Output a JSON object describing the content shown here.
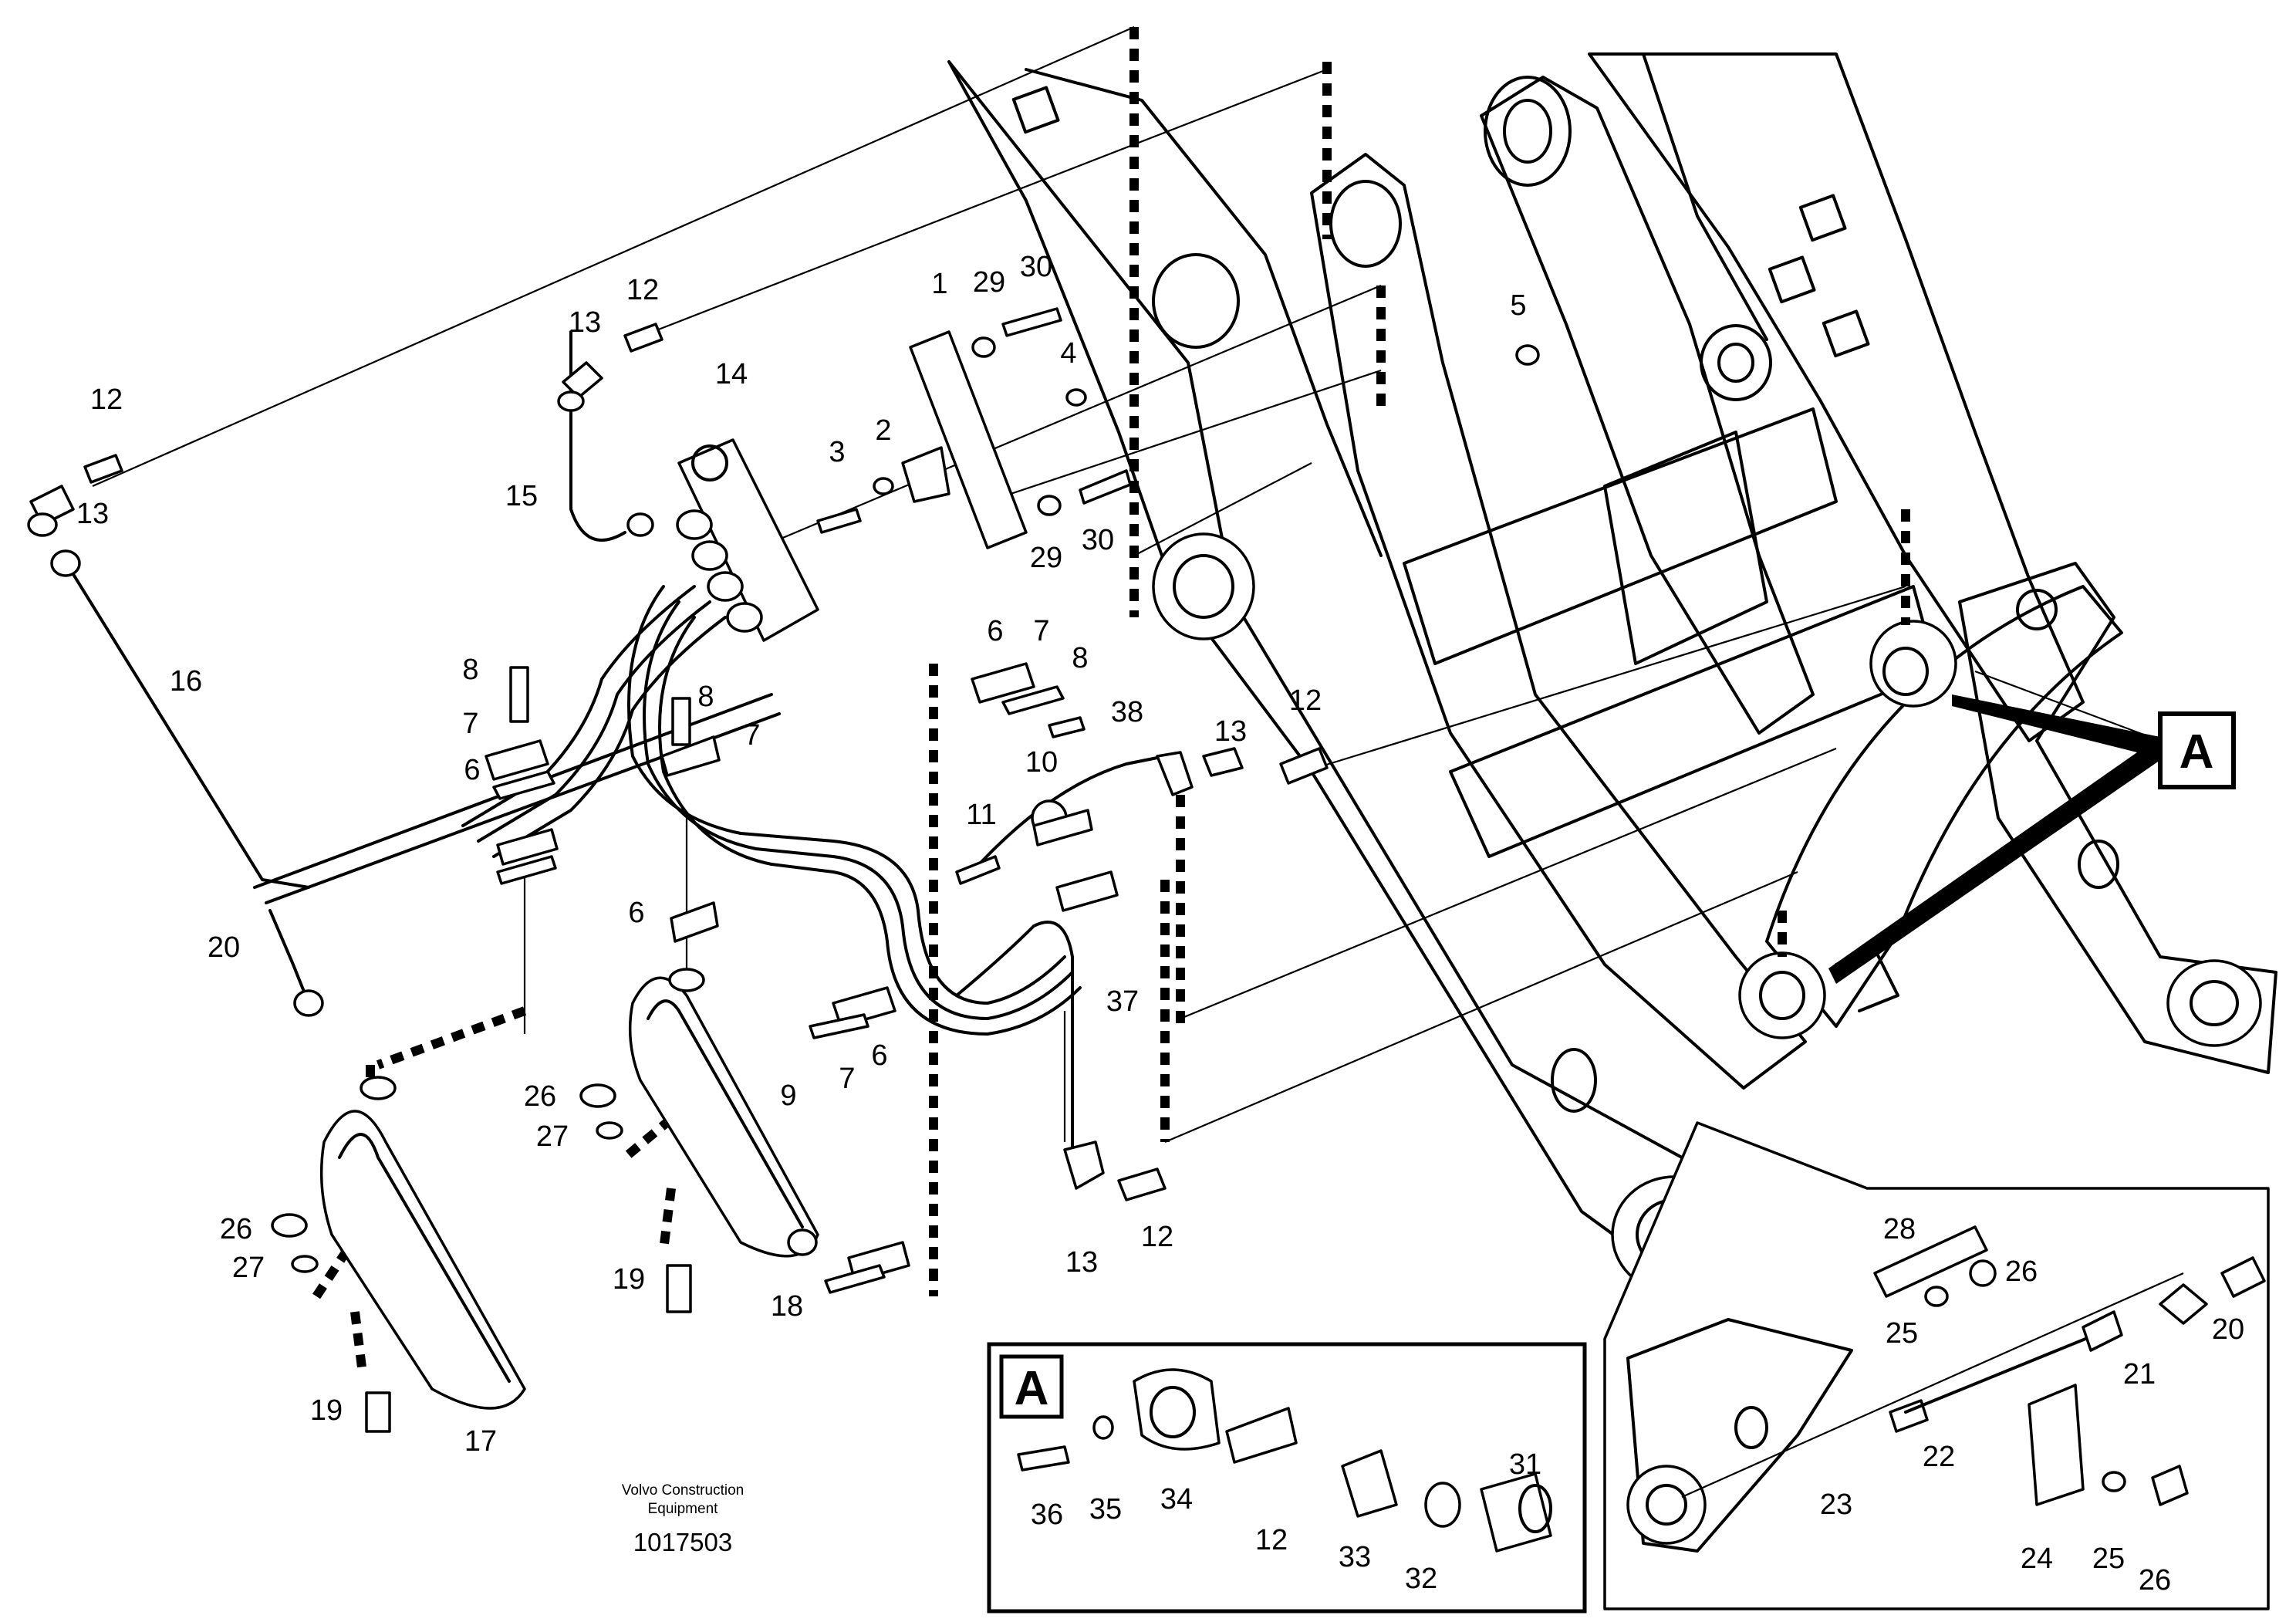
{
  "diagram": {
    "badge_letter": "A",
    "caption_line1": "Volvo Construction",
    "caption_line2": "Equipment",
    "document_number": "1017503",
    "callouts": [
      {
        "id": "c1",
        "label": "1"
      },
      {
        "id": "c2",
        "label": "2"
      },
      {
        "id": "c3",
        "label": "3"
      },
      {
        "id": "c4",
        "label": "4"
      },
      {
        "id": "c5",
        "label": "5"
      },
      {
        "id": "c6a",
        "label": "6"
      },
      {
        "id": "c6b",
        "label": "6"
      },
      {
        "id": "c6c",
        "label": "6"
      },
      {
        "id": "c6d",
        "label": "6"
      },
      {
        "id": "c7a",
        "label": "7"
      },
      {
        "id": "c7b",
        "label": "7"
      },
      {
        "id": "c7c",
        "label": "7"
      },
      {
        "id": "c7d",
        "label": "7"
      },
      {
        "id": "c8a",
        "label": "8"
      },
      {
        "id": "c8b",
        "label": "8"
      },
      {
        "id": "c8c",
        "label": "8"
      },
      {
        "id": "c9",
        "label": "9"
      },
      {
        "id": "c10",
        "label": "10"
      },
      {
        "id": "c11",
        "label": "11"
      },
      {
        "id": "c12a",
        "label": "12"
      },
      {
        "id": "c12b",
        "label": "12"
      },
      {
        "id": "c12c",
        "label": "12"
      },
      {
        "id": "c12d",
        "label": "12"
      },
      {
        "id": "c12e",
        "label": "12"
      },
      {
        "id": "c13a",
        "label": "13"
      },
      {
        "id": "c13b",
        "label": "13"
      },
      {
        "id": "c13c",
        "label": "13"
      },
      {
        "id": "c13d",
        "label": "13"
      },
      {
        "id": "c14",
        "label": "14"
      },
      {
        "id": "c15",
        "label": "15"
      },
      {
        "id": "c16",
        "label": "16"
      },
      {
        "id": "c17",
        "label": "17"
      },
      {
        "id": "c18",
        "label": "18"
      },
      {
        "id": "c19a",
        "label": "19"
      },
      {
        "id": "c19b",
        "label": "19"
      },
      {
        "id": "c20a",
        "label": "20"
      },
      {
        "id": "c20b",
        "label": "20"
      },
      {
        "id": "c21",
        "label": "21"
      },
      {
        "id": "c22",
        "label": "22"
      },
      {
        "id": "c23",
        "label": "23"
      },
      {
        "id": "c24",
        "label": "24"
      },
      {
        "id": "c25a",
        "label": "25"
      },
      {
        "id": "c25b",
        "label": "25"
      },
      {
        "id": "c26a",
        "label": "26"
      },
      {
        "id": "c26b",
        "label": "26"
      },
      {
        "id": "c26c",
        "label": "26"
      },
      {
        "id": "c26d",
        "label": "26"
      },
      {
        "id": "c27a",
        "label": "27"
      },
      {
        "id": "c27b",
        "label": "27"
      },
      {
        "id": "c28",
        "label": "28"
      },
      {
        "id": "c29a",
        "label": "29"
      },
      {
        "id": "c29b",
        "label": "29"
      },
      {
        "id": "c30a",
        "label": "30"
      },
      {
        "id": "c30b",
        "label": "30"
      },
      {
        "id": "c31",
        "label": "31"
      },
      {
        "id": "c32",
        "label": "32"
      },
      {
        "id": "c33",
        "label": "33"
      },
      {
        "id": "c34",
        "label": "34"
      },
      {
        "id": "c35",
        "label": "35"
      },
      {
        "id": "c36",
        "label": "36"
      },
      {
        "id": "c37",
        "label": "37"
      },
      {
        "id": "c38",
        "label": "38"
      }
    ]
  }
}
